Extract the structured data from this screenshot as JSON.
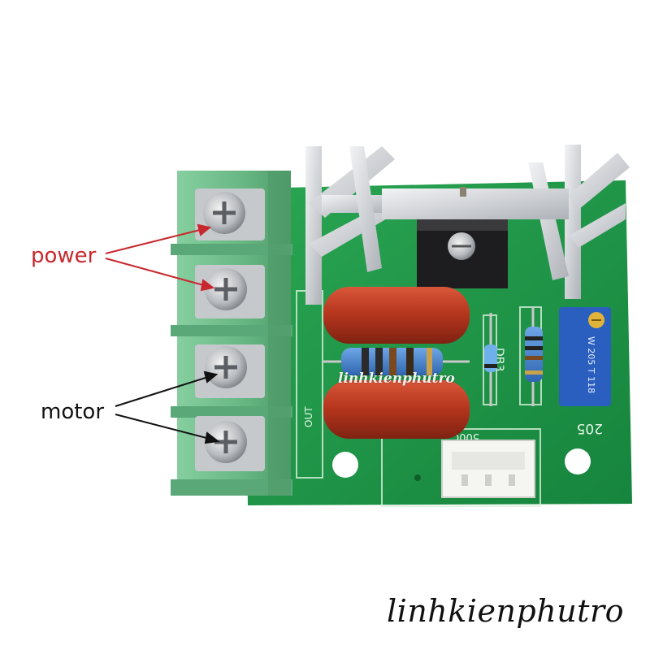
{
  "labels": {
    "power": "power",
    "motor": "motor"
  },
  "pcb_markings": {
    "out": "OUT",
    "db3": "DB3",
    "pot_code": "205",
    "pot_body": "W 205 T 118",
    "connector": "500C"
  },
  "watermark": {
    "corner": "linhkienphutro",
    "board": "linhkienphutro"
  },
  "colors": {
    "power_label": "#c8282d",
    "motor_label": "#111111",
    "power_arrow": "#c8282d",
    "motor_arrow": "#111111",
    "pcb": "#1f9a4a",
    "terminal_block": "#6fbf8a",
    "capacitor": "#b8391f",
    "trimmer_pot": "#2a5fc0",
    "heatsink": "#d8dade"
  }
}
